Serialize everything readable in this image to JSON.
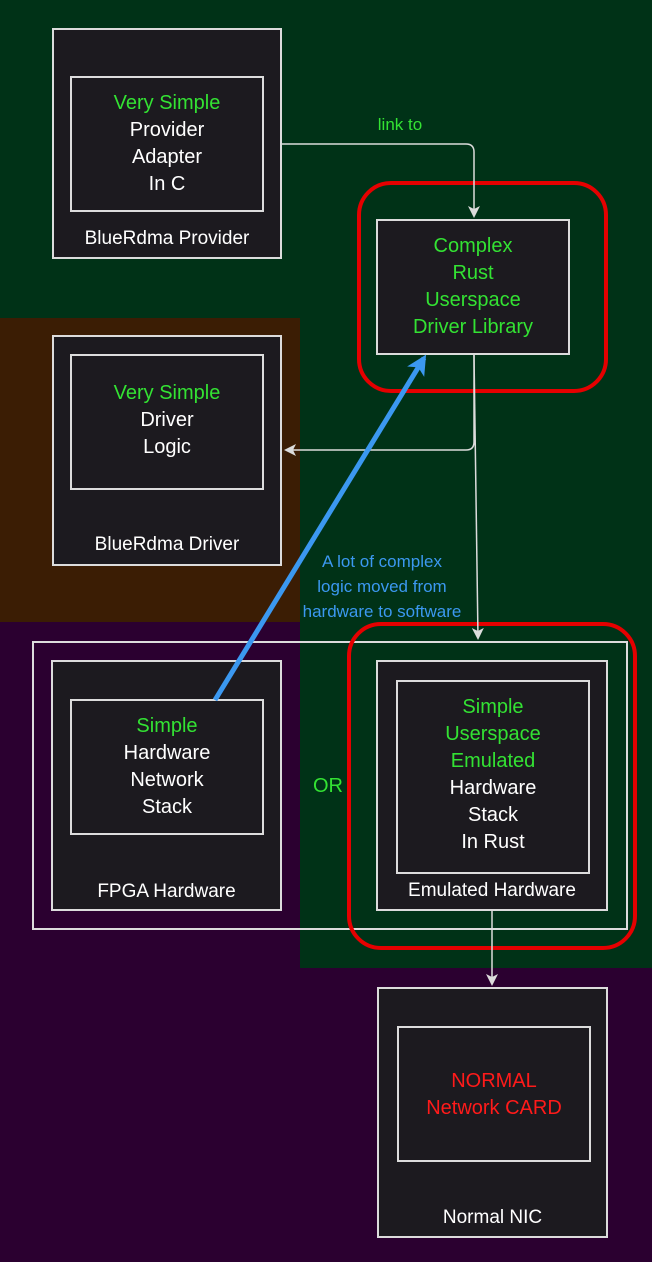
{
  "provider": {
    "inner_lines": [
      {
        "text": "Very Simple",
        "color": "#33e233"
      },
      {
        "text": "Provider",
        "color": "#ffffff"
      },
      {
        "text": "Adapter",
        "color": "#ffffff"
      },
      {
        "text": "In C",
        "color": "#ffffff"
      }
    ],
    "caption": "BlueRdma Provider"
  },
  "library": {
    "lines": [
      {
        "text": "Complex",
        "color": "#33e233"
      },
      {
        "text": "Rust",
        "color": "#33e233"
      },
      {
        "text": "Userspace",
        "color": "#33e233"
      },
      {
        "text": "Driver Library",
        "color": "#33e233"
      }
    ]
  },
  "driver": {
    "inner_lines": [
      {
        "text": "Very Simple",
        "color": "#33e233"
      },
      {
        "text": "Driver",
        "color": "#ffffff"
      },
      {
        "text": "Logic",
        "color": "#ffffff"
      }
    ],
    "caption": "BlueRdma Driver"
  },
  "fpga": {
    "inner_lines": [
      {
        "text": "Simple",
        "color": "#33e233"
      },
      {
        "text": "Hardware",
        "color": "#ffffff"
      },
      {
        "text": "Network",
        "color": "#ffffff"
      },
      {
        "text": "Stack",
        "color": "#ffffff"
      }
    ],
    "caption": "FPGA Hardware"
  },
  "emulated": {
    "inner_lines": [
      {
        "text": "Simple",
        "color": "#33e233"
      },
      {
        "text": "Userspace",
        "color": "#33e233"
      },
      {
        "text": "Emulated",
        "color": "#33e233"
      },
      {
        "text": "Hardware",
        "color": "#ffffff"
      },
      {
        "text": "Stack",
        "color": "#ffffff"
      },
      {
        "text": "In Rust",
        "color": "#ffffff"
      }
    ],
    "caption": "Emulated Hardware"
  },
  "nic": {
    "inner_lines": [
      {
        "text": "NORMAL",
        "color": "#ff1a1a"
      },
      {
        "text": "Network CARD",
        "color": "#ff1a1a"
      }
    ],
    "caption": "Normal NIC"
  },
  "labels": {
    "link_to": "link to",
    "or": "OR",
    "annotation": [
      "A lot of complex",
      "logic moved from",
      "hardware to software"
    ]
  },
  "colors": {
    "userspace_region": "#003217",
    "kernel_region": "#3b1d04",
    "hardware_region": "#2b0030",
    "arrow": "#dcdcdc",
    "blue_arrow": "#3b98f0",
    "highlight": "#e50000"
  }
}
